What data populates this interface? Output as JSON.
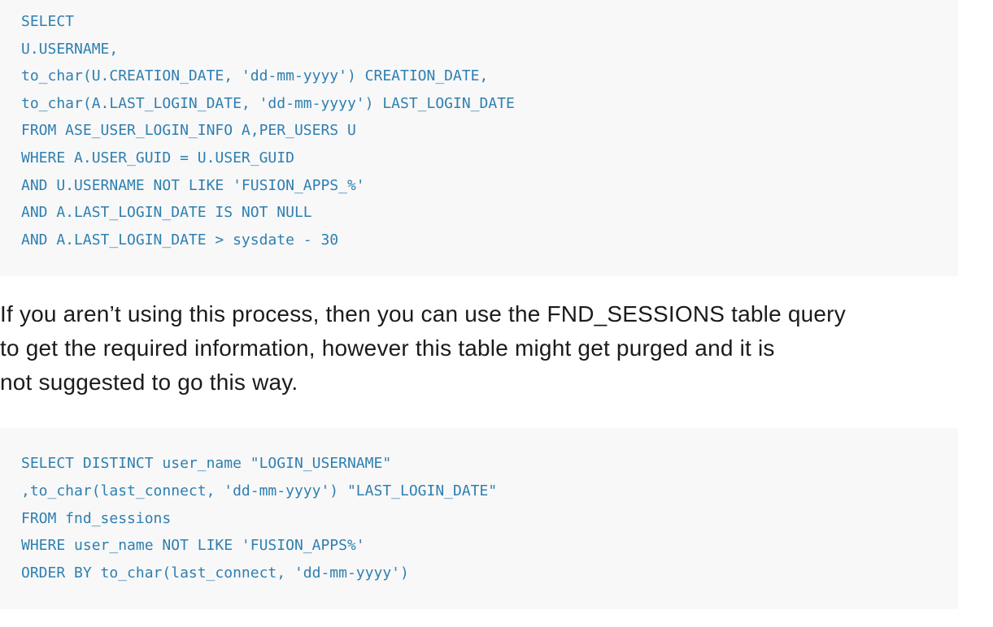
{
  "colors": {
    "code_text": "#2e7fb1",
    "code_background": "#f8f8f8",
    "body_text": "#1b1b1b",
    "page_background": "#ffffff"
  },
  "code_block_1": {
    "language": "sql",
    "lines": [
      "SELECT",
      "U.USERNAME,",
      "to_char(U.CREATION_DATE, 'dd-mm-yyyy') CREATION_DATE,",
      "to_char(A.LAST_LOGIN_DATE, 'dd-mm-yyyy') LAST_LOGIN_DATE",
      "FROM ASE_USER_LOGIN_INFO A,PER_USERS U",
      "WHERE A.USER_GUID = U.USER_GUID",
      "AND U.USERNAME NOT LIKE 'FUSION_APPS_%'",
      "AND A.LAST_LOGIN_DATE IS NOT NULL",
      "AND A.LAST_LOGIN_DATE > sysdate - 30"
    ]
  },
  "paragraph": {
    "full_text": "If you aren’t using this process, then you can use the FND_SESSIONS table query to get the required information, however this table might get purged and it is not suggested to go this way.",
    "lines": [
      "If you aren’t using this process, then you can use the FND_SESSIONS table query",
      "to get the required information, however this table might get purged and it is",
      "not suggested to go this way."
    ]
  },
  "code_block_2": {
    "language": "sql",
    "lines": [
      "SELECT DISTINCT user_name \"LOGIN_USERNAME\"",
      ",to_char(last_connect, 'dd-mm-yyyy') \"LAST_LOGIN_DATE\"",
      "FROM fnd_sessions",
      "WHERE user_name NOT LIKE 'FUSION_APPS%'",
      "ORDER BY to_char(last_connect, 'dd-mm-yyyy')"
    ]
  }
}
